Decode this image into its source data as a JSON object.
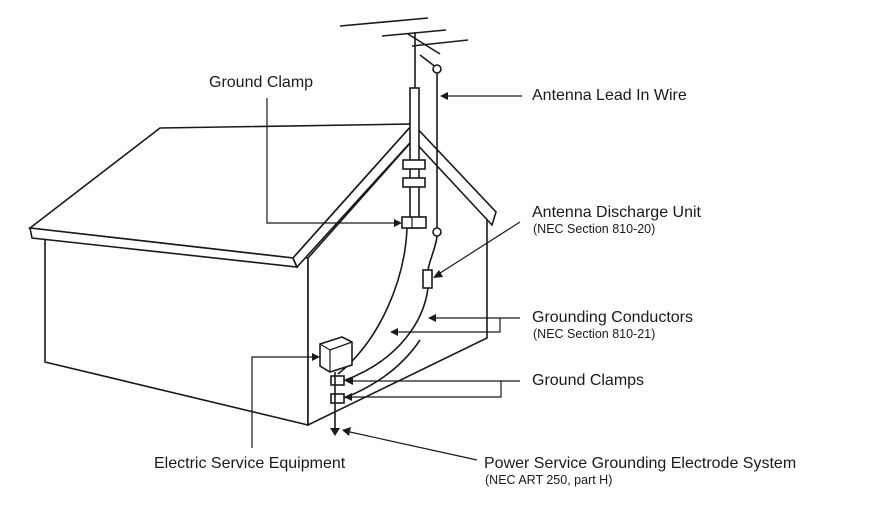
{
  "labels": {
    "ground_clamp": "Ground Clamp",
    "antenna_lead_in_wire": "Antenna Lead In Wire",
    "antenna_discharge_unit": "Antenna Discharge Unit",
    "antenna_discharge_unit_ref": "(NEC Section 810-20)",
    "grounding_conductors": "Grounding Conductors",
    "grounding_conductors_ref": "(NEC Section 810-21)",
    "ground_clamps": "Ground Clamps",
    "electric_service_equipment": "Electric Service Equipment",
    "power_service_grounding": "Power Service Grounding Electrode System",
    "power_service_grounding_ref": "(NEC ART 250, part H)"
  }
}
